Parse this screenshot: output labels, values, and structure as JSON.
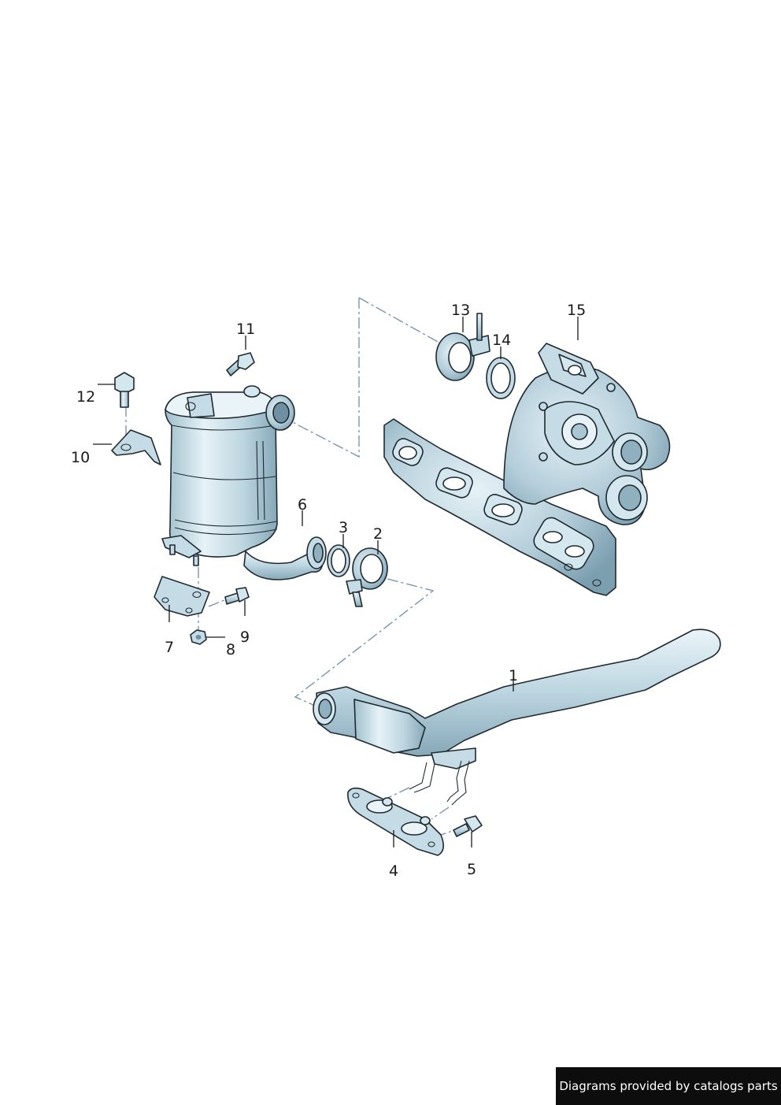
{
  "callouts": {
    "c1": "1",
    "c2": "2",
    "c3": "3",
    "c4": "4",
    "c5": "5",
    "c6": "6",
    "c7": "7",
    "c8": "8",
    "c9": "9",
    "c10": "10",
    "c11": "11",
    "c12": "12",
    "c13": "13",
    "c14": "14",
    "c15": "15"
  },
  "footer": {
    "credit": "Diagrams provided by catalogs parts"
  },
  "colors": {
    "part_fill": "#c5dce6",
    "part_shade": "#8fb0bf",
    "part_highlight": "#eaf4f8",
    "outline": "#1f2a30",
    "dash_line": "#6f8fa3",
    "callout_text": "#1a1a1a",
    "footer_bg": "#0d0d0d",
    "footer_text": "#ffffff"
  }
}
